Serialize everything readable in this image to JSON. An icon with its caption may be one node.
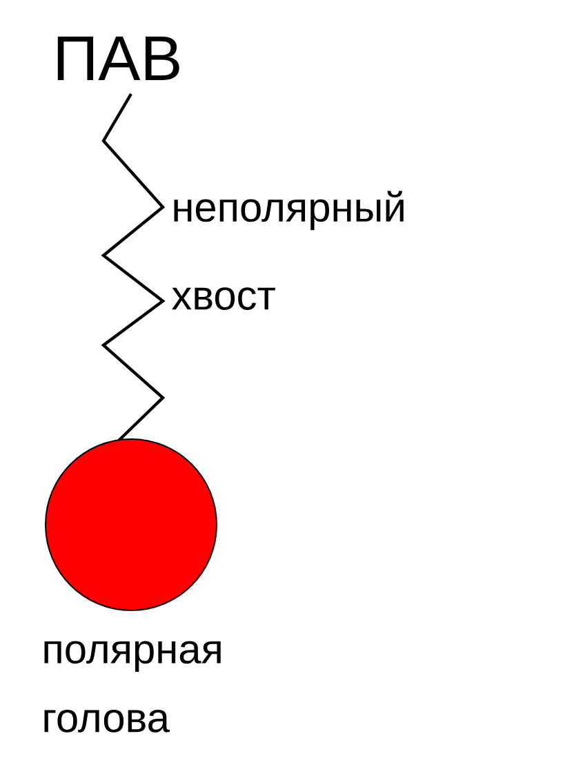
{
  "diagram": {
    "title": "ПАВ",
    "nodes": [
      {
        "text": [],
        "shape": "circle",
        "beside": [
          "полярная голова"
        ]
      }
    ],
    "labels": [
      "неполярный хвост"
    ]
  }
}
